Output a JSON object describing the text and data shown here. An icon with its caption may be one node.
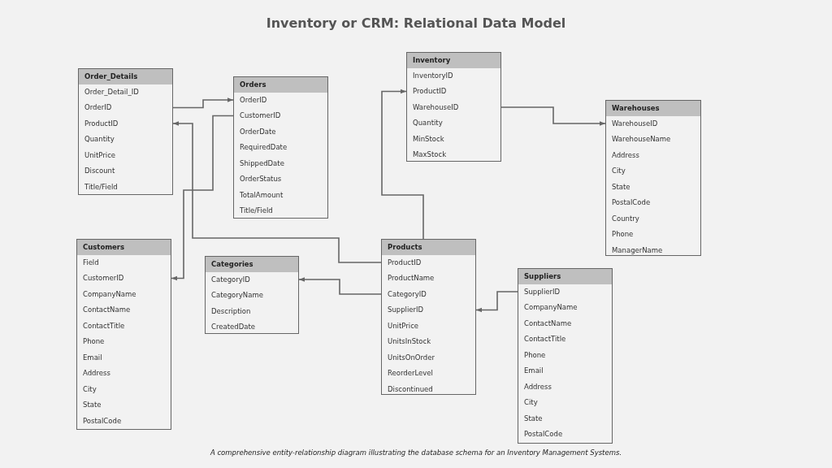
{
  "diagram": {
    "title": "Inventory or CRM: Relational Data Model",
    "caption": "A comprehensive entity-relationship diagram illustrating the database schema for an Inventory Management Systems.",
    "nodes": [
      {
        "text": [
          "Order_Details",
          "Order_Detail_ID",
          "OrderID",
          "ProductID",
          "Quantity",
          "UnitPrice",
          "Discount",
          "Title/Field"
        ]
      },
      {
        "text": [
          "Orders",
          "OrderID",
          "CustomerID",
          "OrderDate",
          "RequiredDate",
          "ShippedDate",
          "OrderStatus",
          "TotalAmount",
          "Title/Field"
        ]
      },
      {
        "text": [
          "Inventory",
          "InventoryID",
          "ProductID",
          "WarehouseID",
          "Quantity",
          "MinStock",
          "MaxStock"
        ]
      },
      {
        "text": [
          "Warehouses",
          "WarehouseID",
          "WarehouseName",
          "Address",
          "City",
          "State",
          "PostalCode",
          "Country",
          "Phone",
          "ManagerName"
        ]
      },
      {
        "text": [
          "Customers",
          "Field",
          "CustomerID",
          "CompanyName",
          "ContactName",
          "ContactTitle",
          "Phone",
          "Email",
          "Address",
          "City",
          "State",
          "PostalCode"
        ]
      },
      {
        "text": [
          "Categories",
          "CategoryID",
          "CategoryName",
          "Description",
          "CreatedDate"
        ]
      },
      {
        "text": [
          "Products",
          "ProductID",
          "ProductName",
          "CategoryID",
          "SupplierID",
          "UnitPrice",
          "UnitsInStock",
          "UnitsOnOrder",
          "ReorderLevel",
          "Discontinued"
        ]
      },
      {
        "text": [
          "Suppliers",
          "SupplierID",
          "CompanyName",
          "ContactName",
          "ContactTitle",
          "Phone",
          "Email",
          "Address",
          "City",
          "State",
          "PostalCode"
        ]
      }
    ],
    "edges": [
      {
        "from": 0,
        "to": 1,
        "arrow": "to"
      },
      {
        "from": 1,
        "to": 4,
        "arrow": "to"
      },
      {
        "from": 6,
        "to": 0,
        "arrow": "to"
      },
      {
        "from": 6,
        "to": 5,
        "arrow": "to"
      },
      {
        "from": 6,
        "to": 2,
        "arrow": "to"
      },
      {
        "from": 2,
        "to": 3,
        "arrow": "to"
      },
      {
        "from": 7,
        "to": 6,
        "arrow": "to"
      }
    ]
  }
}
